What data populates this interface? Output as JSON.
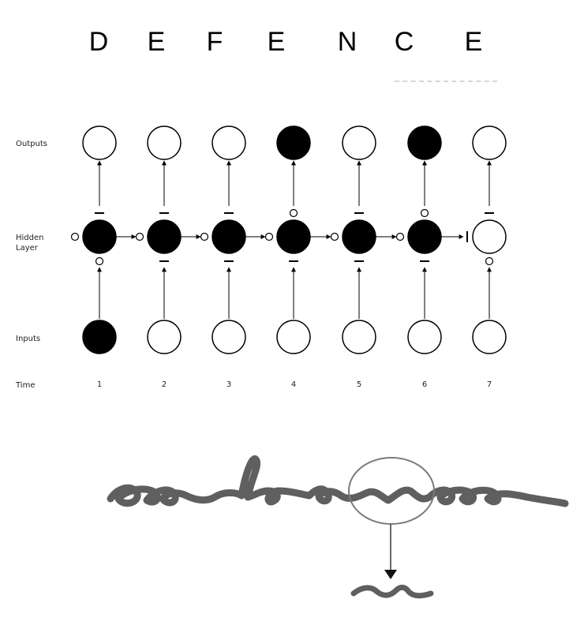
{
  "title_letters": [
    "D",
    "E",
    "F",
    "E",
    "N",
    "C",
    "E"
  ],
  "row_labels": {
    "outputs": "Outputs",
    "hidden_line1": "Hidden",
    "hidden_line2": "Layer",
    "inputs": "Inputs",
    "time": "Time"
  },
  "time_steps": [
    "1",
    "2",
    "3",
    "4",
    "5",
    "6",
    "7"
  ],
  "outputs_filled": [
    false,
    false,
    false,
    true,
    false,
    true,
    false
  ],
  "hidden_filled": [
    true,
    true,
    true,
    true,
    true,
    true,
    false
  ],
  "inputs_filled": [
    true,
    false,
    false,
    false,
    false,
    false,
    false
  ],
  "gate_above_hidden": [
    "closed",
    "closed",
    "closed",
    "open",
    "closed",
    "open",
    "closed"
  ],
  "gate_below_hidden": [
    "open",
    "closed",
    "closed",
    "closed",
    "closed",
    "closed",
    "open"
  ],
  "gate_before_hidden": [
    "open",
    "open",
    "open",
    "open",
    "open",
    "open",
    "closed"
  ],
  "colors": {
    "filled": "#000000",
    "stroke": "#000000",
    "handwriting": "#5f5f5f",
    "zoom_circle": "#7a7a7a"
  }
}
